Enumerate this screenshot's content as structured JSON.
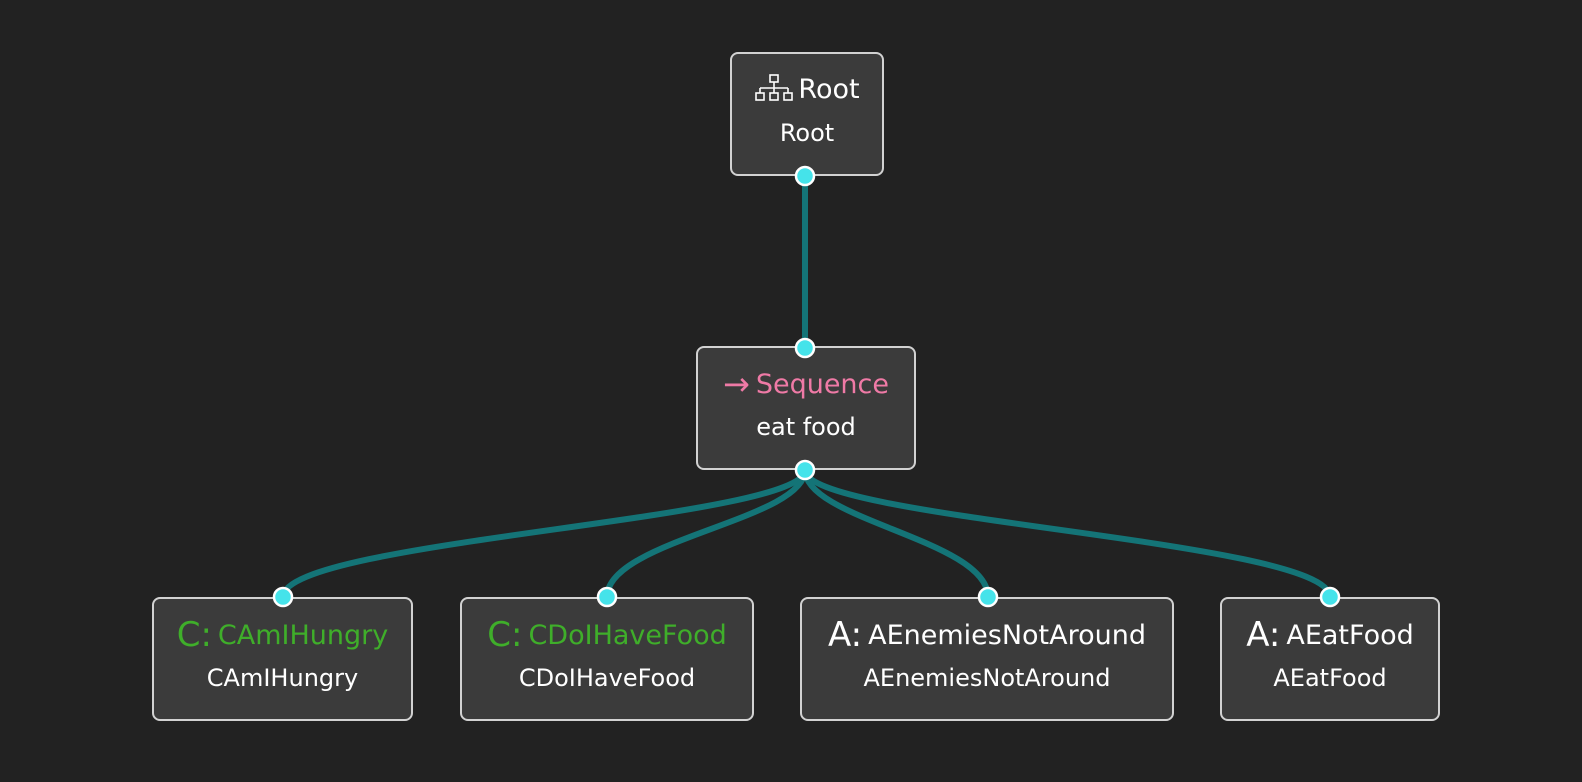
{
  "colors": {
    "background": "#222222",
    "node_fill": "#3b3b3b",
    "node_border": "#d2d2d2",
    "edge": "#147477",
    "port": "#45e3ea",
    "condition": "#3fae2a",
    "sequence": "#ef7aa6",
    "text": "#ffffff"
  },
  "nodes": {
    "root": {
      "icon": "tree-hierarchy-icon",
      "type_label": "Root",
      "name": "Root"
    },
    "sequence": {
      "icon": "arrow-right-icon",
      "type_label": "Sequence",
      "name": "eat food"
    },
    "children": [
      {
        "prefix": "C:",
        "type_label": "CAmIHungry",
        "name": "CAmIHungry",
        "kind": "condition"
      },
      {
        "prefix": "C:",
        "type_label": "CDoIHaveFood",
        "name": "CDoIHaveFood",
        "kind": "condition"
      },
      {
        "prefix": "A:",
        "type_label": "AEnemiesNotAround",
        "name": "AEnemiesNotAround",
        "kind": "action"
      },
      {
        "prefix": "A:",
        "type_label": "AEatFood",
        "name": "AEatFood",
        "kind": "action"
      }
    ]
  },
  "edges": [
    {
      "from": "root",
      "to": "sequence"
    },
    {
      "from": "sequence",
      "to": "children.0"
    },
    {
      "from": "sequence",
      "to": "children.1"
    },
    {
      "from": "sequence",
      "to": "children.2"
    },
    {
      "from": "sequence",
      "to": "children.3"
    }
  ]
}
